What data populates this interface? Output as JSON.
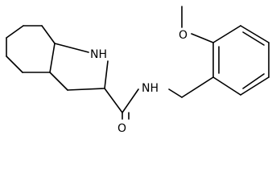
{
  "figure": {
    "type": "chemical-structure",
    "background": "#ffffff",
    "line_color": "#000000"
  },
  "atom_labels": {
    "amine_nh": "NH",
    "amide_nh": "NH",
    "carbonyl_o": "O",
    "ether_o": "O"
  }
}
